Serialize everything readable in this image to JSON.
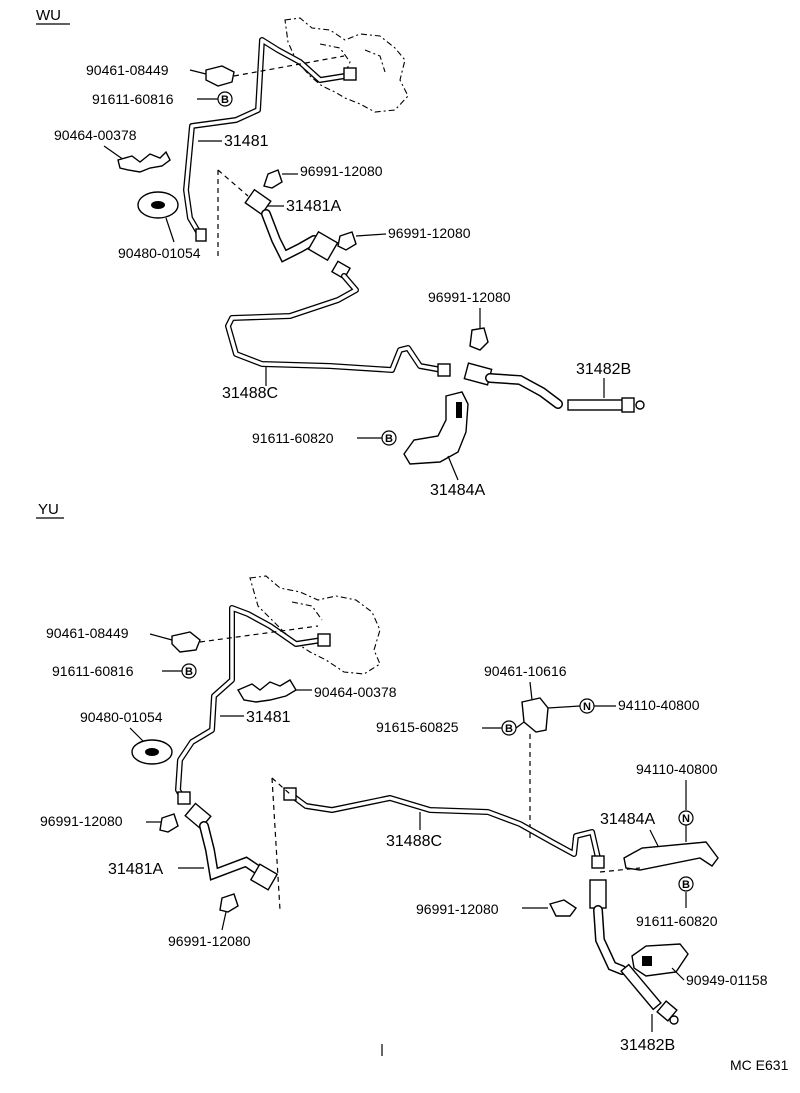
{
  "diagram": {
    "figure_code": "MC E631",
    "sections": [
      {
        "id": "wu",
        "title": "WU",
        "labels": {
          "p90461_08449": "90461-08449",
          "p91611_60816": "91611-60816",
          "p90464_00378": "90464-00378",
          "p31481": "31481",
          "p96991_12080_a": "96991-12080",
          "p31481A": "31481A",
          "p90480_01054": "90480-01054",
          "p96991_12080_b": "96991-12080",
          "p96991_12080_c": "96991-12080",
          "p31482B": "31482B",
          "p31488C": "31488C",
          "p91611_60820": "91611-60820",
          "p31484A": "31484A"
        },
        "circle_marks": {
          "b1": "B",
          "b2": "B"
        }
      },
      {
        "id": "yu",
        "title": "YU",
        "labels": {
          "p90461_08449": "90461-08449",
          "p91611_60816": "91611-60816",
          "p90464_00378": "90464-00378",
          "p31481": "31481",
          "p90480_01054": "90480-01054",
          "p90461_10616": "90461-10616",
          "p94110_40800_a": "94110-40800",
          "p91615_60825": "91615-60825",
          "p94110_40800_b": "94110-40800",
          "p96991_12080_a": "96991-12080",
          "p31488C": "31488C",
          "p31484A": "31484A",
          "p31481A": "31481A",
          "p96991_12080_b": "96991-12080",
          "p91611_60820": "91611-60820",
          "p90949_01158": "90949-01158",
          "p96991_12080_c": "96991-12080",
          "p31482B": "31482B"
        },
        "circle_marks": {
          "b1": "B",
          "n1": "N",
          "b2": "B",
          "n2": "N",
          "b3": "B"
        }
      }
    ]
  }
}
